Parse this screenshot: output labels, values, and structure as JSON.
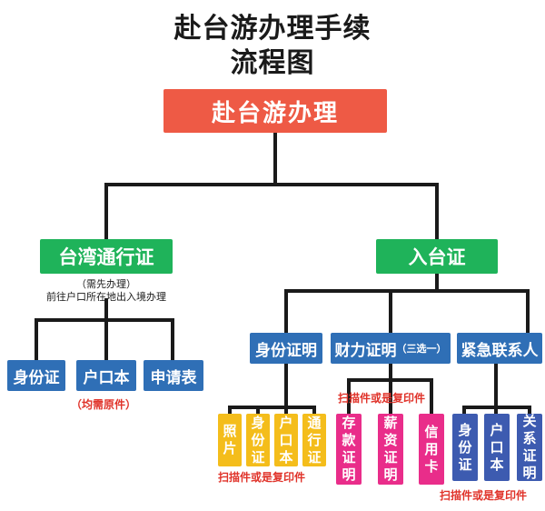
{
  "title": {
    "line1": "赴台游办理手续",
    "line2": "流程图"
  },
  "root": {
    "label": "赴台游办理"
  },
  "taiwan_pass": {
    "label": "台湾通行证",
    "note_line1": "（需先办理）",
    "note_line2": "前往户口所在地出入境办理",
    "docs": [
      "身份证",
      "户口本",
      "申请表"
    ],
    "docs_note": "（均需原件）"
  },
  "entry_permit": {
    "label": "入台证",
    "groups": {
      "identity": {
        "label": "身份证明",
        "items": [
          {
            "chars": [
              "照",
              "片"
            ]
          },
          {
            "chars": [
              "身",
              "份",
              "证"
            ]
          },
          {
            "chars": [
              "户",
              "口",
              "本"
            ]
          },
          {
            "chars": [
              "通",
              "行",
              "证"
            ]
          }
        ],
        "note": "扫描件或是复印件"
      },
      "finance": {
        "label": "财力证明",
        "suffix": "（三选一）",
        "items": [
          {
            "chars": [
              "存",
              "款",
              "证",
              "明"
            ]
          },
          {
            "chars": [
              "薪",
              "资",
              "证",
              "明"
            ]
          },
          {
            "chars": [
              "信",
              "用",
              "卡"
            ]
          }
        ],
        "note": "扫描件或是复印件"
      },
      "emergency": {
        "label": "紧急联系人",
        "items": [
          {
            "chars": [
              "身",
              "份",
              "证"
            ]
          },
          {
            "chars": [
              "户",
              "口",
              "本"
            ]
          },
          {
            "chars": [
              "关",
              "系",
              "证",
              "明"
            ]
          }
        ],
        "note": "扫描件或是复印件"
      }
    }
  },
  "colors": {
    "root": "#ee5a45",
    "green": "#1fb35a",
    "blue": "#2f6fb6",
    "yellow": "#f4bd1b",
    "magenta": "#e92d8a",
    "navy": "#3d5bb0",
    "note_red": "#e0332a",
    "connector": "#1a1a1a"
  }
}
